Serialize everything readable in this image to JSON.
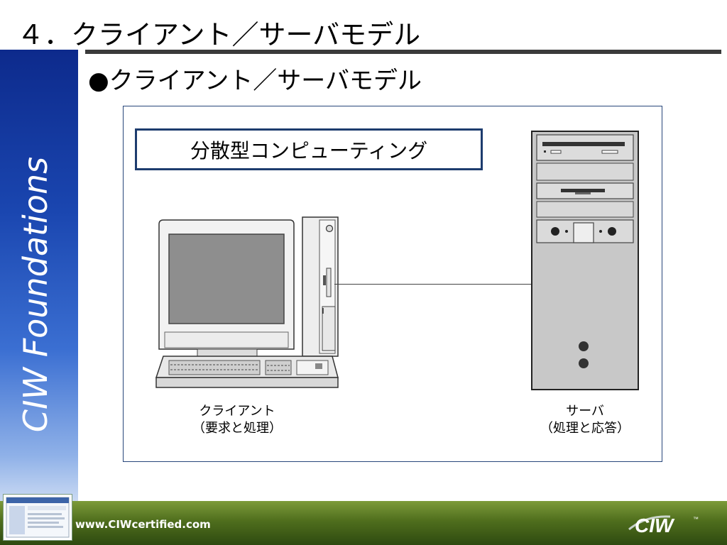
{
  "slide": {
    "title": "４．クライアント／サーバモデル",
    "bullet": "●クライアント／サーバモデル"
  },
  "sidebar": {
    "vertical_title": "CIW Foundations"
  },
  "diagram": {
    "concept_label": "分散型コンピューティング",
    "client": {
      "name": "クライアント",
      "role": "（要求と処理）"
    },
    "server": {
      "name": "サーバ",
      "role": "（処理と応答）"
    }
  },
  "footer": {
    "url": "www.CIWcertified.com",
    "logo_text": "CIW",
    "logo_tm": "™"
  },
  "colors": {
    "sidebar_blue": "#1a46b0",
    "frame_border": "#27467a",
    "footer_green": "#4f6e1d"
  }
}
